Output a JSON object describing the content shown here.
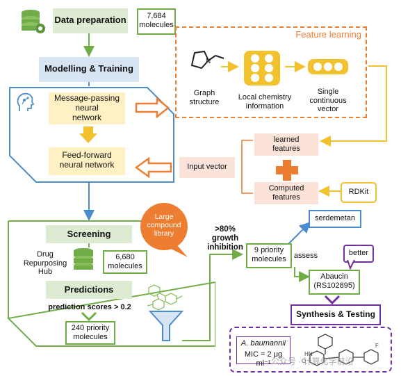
{
  "data_prep": {
    "label": "Data preparation",
    "count": "7,684\nmolecules"
  },
  "modelling": {
    "label": "Modelling & Training"
  },
  "feature_learning": {
    "title": "Feature learning",
    "graph_label": "Graph\nstructure",
    "local_label": "Local chemistry\ninformation",
    "vector_label": "Single\ncontinuous\nvector"
  },
  "mpnn": {
    "label": "Message-passing\nneural\nnetwork"
  },
  "ffnn": {
    "label": "Feed-forward\nneural network"
  },
  "input_vector": {
    "label": "Input vector"
  },
  "learned": {
    "label": "learned\nfeatures"
  },
  "computed": {
    "label": "Computed\nfeatures"
  },
  "rdkit": {
    "label": "RDKit"
  },
  "library": {
    "label": "Large\ncompound\nlibrary"
  },
  "screening": {
    "label": "Screening",
    "hub_label": "Drug\nRepurposing\nHub",
    "hub_count": "6,680\nmolecules"
  },
  "predictions": {
    "label": "Predictions",
    "threshold": "prediction scores > 0.2",
    "priority": "240 priority\nmolecules"
  },
  "growth": {
    "label": ">80%\ngrowth\ninhibition"
  },
  "nine": {
    "label": "9 priority\nmolecules"
  },
  "assess": {
    "label": "assess"
  },
  "serdemetan": {
    "label": "serdemetan"
  },
  "better": {
    "label": "better"
  },
  "abaucin": {
    "label": "Abaucin\n(RS102895)"
  },
  "synthesis": {
    "label": "Synthesis & Testing"
  },
  "result": {
    "organism": "A. baumannii",
    "mic": "MIC = 2 μg ml⁻¹"
  },
  "watermark": {
    "text": "公众号 · 计算化学前沿"
  },
  "colors": {
    "green": "#70ad47",
    "blue": "#4a8ccc",
    "orange": "#ed7d31",
    "yellow": "#f2c12e",
    "purple": "#7030a0"
  },
  "icons": [
    "database-gear-icon",
    "ai-head-icon",
    "filter-funnel-icon",
    "molecule-network-icon",
    "database-stack-icon"
  ]
}
